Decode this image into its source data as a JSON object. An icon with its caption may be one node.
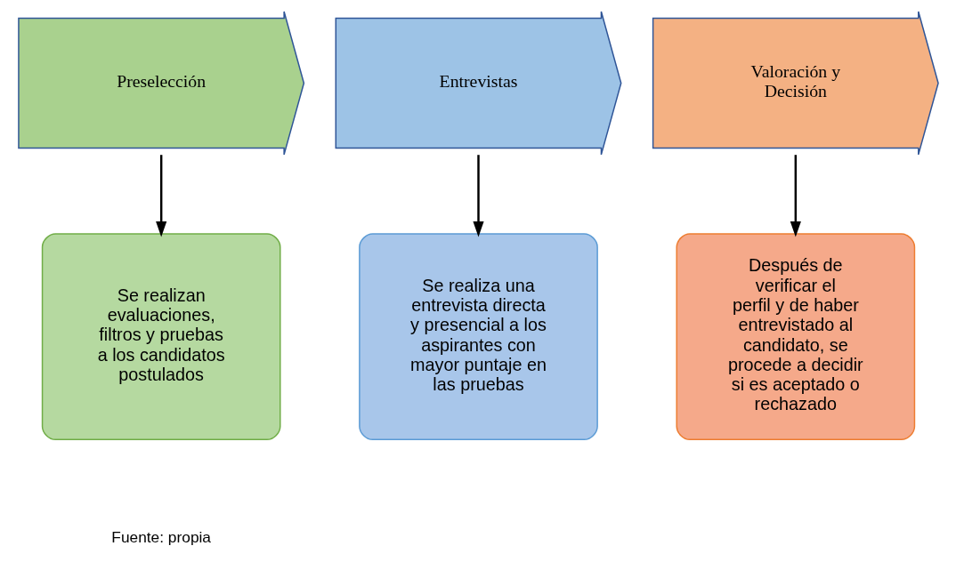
{
  "diagram": {
    "nodes": [
      {
        "text": [
          "Preselección"
        ]
      },
      {
        "text": [
          "Entrevistas"
        ]
      },
      {
        "text": [
          "Valoración y Decisión"
        ]
      },
      {
        "text": [
          "Se realizan evaluaciones, filtros y pruebas a los candidatos postulados"
        ]
      },
      {
        "text": [
          "Se realiza una entrevista directa y presencial a los aspirantes con mayor puntaje en las pruebas"
        ]
      },
      {
        "text": [
          "Después de verificar el perfil y de haber entrevistado al candidato, se procede a decidir si es aceptado o rechazado"
        ]
      }
    ],
    "edges": [
      {
        "from": 0,
        "to": 3,
        "arrow": "to"
      },
      {
        "from": 1,
        "to": 4,
        "arrow": "to"
      },
      {
        "from": 2,
        "to": 5,
        "arrow": "to"
      }
    ],
    "labels": [
      "Fuente: propia"
    ]
  }
}
